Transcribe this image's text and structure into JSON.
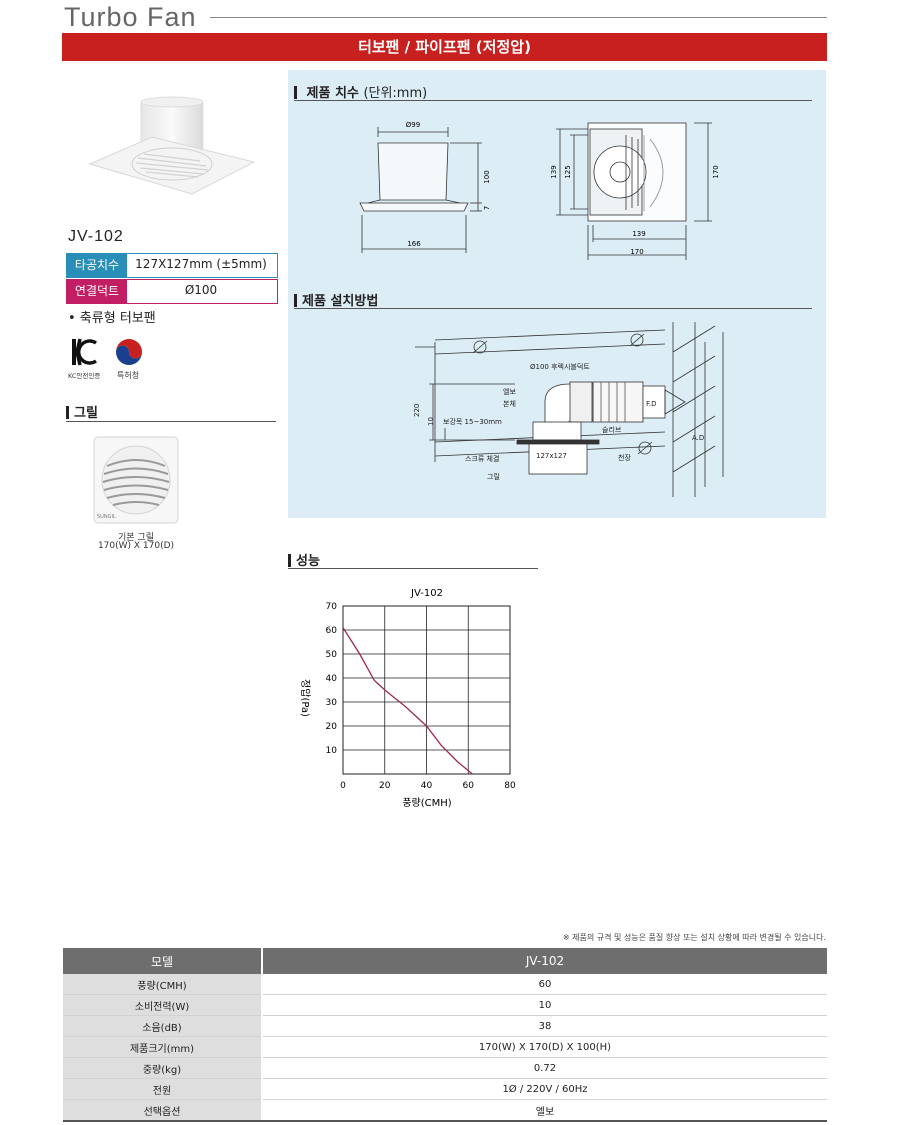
{
  "brand": "Turbo Fan",
  "banner": "터보팬 / 파이프팬 (저정압)",
  "product": {
    "model": "JV-102",
    "specs": [
      {
        "label": "타공치수",
        "value": "127X127mm (±5mm)",
        "color": "#2a8fb8"
      },
      {
        "label": "연결덕트",
        "value": "Ø100",
        "color": "#c21e64"
      }
    ],
    "feature": "• 축류형 터보팬",
    "certs": [
      {
        "icon": "kc-mark-icon",
        "label": "KC안전인증"
      },
      {
        "icon": "patent-office-icon",
        "label": "특허청"
      }
    ]
  },
  "grill": {
    "heading": "그릴",
    "caption_line1": "기본 그릴",
    "caption_line2": "170(W) X 170(D)",
    "logo_text": "SUNGIL"
  },
  "dimensions": {
    "heading": "제품 치수",
    "unit": "(단위:mm)",
    "side": {
      "top": "Ø99",
      "height": "100",
      "flange": "7",
      "width": "166"
    },
    "front": {
      "h1": "139",
      "h2": "125",
      "w1": "139",
      "w2": "170",
      "right": "170"
    }
  },
  "install": {
    "heading": "제품 설치방법",
    "labels": {
      "duct": "Ø100 후렉시블덕트",
      "elbow": "엘보",
      "body": "본체",
      "rein": "보강목 15~30mm",
      "sleeve": "슬리브",
      "screw": "스크류 체결",
      "grill": "그릴",
      "ceiling": "천장",
      "hole": "127x127",
      "fd": "F.D",
      "ad": "A.D",
      "d220": "220",
      "d10": "10"
    }
  },
  "performance": {
    "heading": "성능"
  },
  "chart_data": {
    "type": "line",
    "title": "JV-102",
    "xlabel": "풍량(CMH)",
    "ylabel": "정압(Pa)",
    "xlim": [
      0,
      80
    ],
    "ylim": [
      0,
      70
    ],
    "xticks": [
      0,
      20,
      40,
      60,
      80
    ],
    "yticks": [
      10,
      20,
      30,
      40,
      50,
      60,
      70
    ],
    "grid": true,
    "series": [
      {
        "x": [
          0,
          8,
          15,
          20,
          30,
          40,
          47,
          55,
          62
        ],
        "y": [
          61,
          50,
          39,
          35,
          28,
          20,
          12,
          5,
          0
        ],
        "color": "#9b2b4a"
      }
    ]
  },
  "note": "※ 제품의 규격 및 성능은 품질 향상 또는 설치 상황에 따라 변경될 수 있습니다.",
  "table": {
    "header": {
      "key": "모델",
      "value": "JV-102"
    },
    "rows": [
      {
        "key": "풍량(CMH)",
        "value": "60"
      },
      {
        "key": "소비전력(W)",
        "value": "10"
      },
      {
        "key": "소음(dB)",
        "value": "38"
      },
      {
        "key": "제품크기(mm)",
        "value": "170(W) X 170(D) X 100(H)"
      },
      {
        "key": "중량(kg)",
        "value": "0.72"
      },
      {
        "key": "전원",
        "value": "1Ø / 220V / 60Hz"
      },
      {
        "key": "선택옵션",
        "value": "엘보"
      }
    ]
  }
}
